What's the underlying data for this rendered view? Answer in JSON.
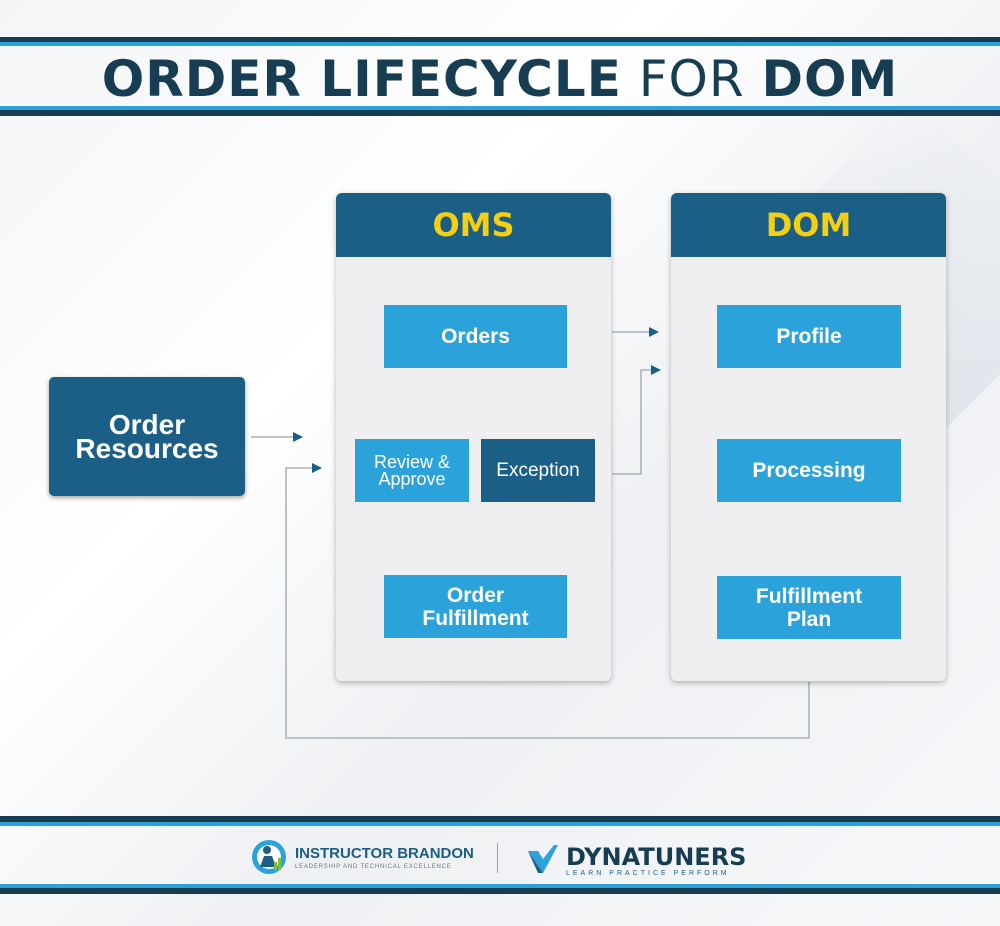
{
  "title": {
    "part1": "ORDER LIFECYCLE",
    "part2": "FOR",
    "part3": "DOM"
  },
  "resources_label": "Order Resources",
  "oms": {
    "heading": "OMS",
    "orders": "Orders",
    "review": "Review & Approve",
    "exception": "Exception",
    "fulfillment": "Order Fulfillment"
  },
  "dom": {
    "heading": "DOM",
    "profile": "Profile",
    "processing": "Processing",
    "plan": "Fulfillment Plan"
  },
  "footer": {
    "brand1": "INSTRUCTOR BRANDON",
    "brand1_tagline": "LEADERSHIP AND TECHNICAL EXCELLENCE",
    "brand2": "DYNATUNERS",
    "brand2_tagline": "LEARN PRACTICE PERFORM"
  },
  "colors": {
    "navy": "#173d53",
    "dark_blue": "#1b5f86",
    "light_blue": "#2ba3da",
    "yellow": "#f4cf12",
    "connector": "#a9b3bc"
  }
}
